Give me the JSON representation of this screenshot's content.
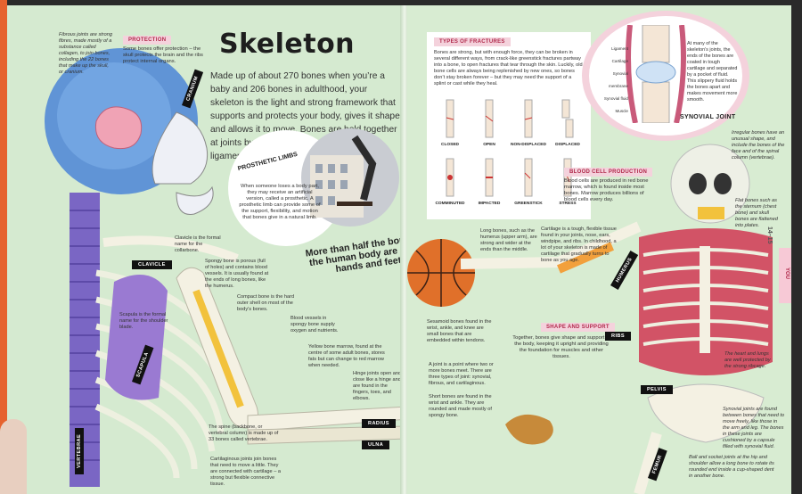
{
  "left_page": {
    "title": "Skeleton",
    "intro": "Made up of about 270 bones when you’re a baby and 206 bones in adulthood, your skeleton is the light and strong framework that supports and protects your body, gives it shape, and allows it to move. Bones are held together at joints by tough connective fibres, stringy ligaments, or cartilage.",
    "fibrous_joints": "Fibrous joints are strong fibres, made mostly of a substance called collagen, to join bones, including the 22 bones that make up the skull, or cranium.",
    "protection_header": "PROTECTION",
    "protection_text": "Some bones offer protection – the skull protects the brain and the ribs protect internal organs.",
    "prosthetic_title": "PROSTHETIC LIMBS",
    "prosthetic_text": "When someone loses a body part, they may receive an artificial version, called a prosthetic. A prosthetic limb can provide some of the support, flexibility, and motion that bones give in a natural limb.",
    "big_callout": "More than half the bones in the human body are in the hands and feet",
    "clavicle_note": "Clavicle is the formal name for the collarbone.",
    "spongy_bone": "Spongy bone is porous (full of holes) and contains blood vessels. It is usually found at the ends of long bones, like the humerus.",
    "compact_bone": "Compact bone is the hard outer shell on most of the body’s bones.",
    "blood_vessels": "Blood vessels in spongy bone supply oxygen and nutrients.",
    "yellow_marrow": "Yellow bone marrow, found at the centre of some adult bones, stores fats but can change to red marrow when needed.",
    "scapula_note": "Scapula is the formal name for the shoulder blade.",
    "hinge_joints": "Hinge joints open and close like a hinge and are found in the fingers, toes, and elbows.",
    "spine_note": "The spine (backbone, or vertebral column) is made up of 33 bones called vertebrae.",
    "cartilaginous": "Cartilaginous joints join bones that need to move a little. They are connected with cartilage – a strong but flexible connective tissue.",
    "labels": {
      "cranium": "CRANIUM",
      "clavicle": "CLAVICLE",
      "scapula": "SCAPULA",
      "vertebrae": "VERTEBRAE",
      "radius": "RADIUS",
      "ulna": "ULNA"
    }
  },
  "right_page": {
    "fractures_header": "TYPES OF FRACTURES",
    "fractures_text": "Bones are strong, but with enough force, they can be broken in several different ways, from crack-like greenstick fractures partway into a bone, to open fractures that tear through the skin. Luckily, old bone cells are always being replenished by new ones, so bones don’t stay broken forever – but they may need the support of a splint or cast while they heal.",
    "fractures": [
      "CLOSED",
      "OPEN",
      "NON-DISPLACED",
      "DISPLACED",
      "COMMINUTED",
      "IMPACTED",
      "GREENSTICK",
      "STRESS"
    ],
    "synovial_title": "SYNOVIAL JOINT",
    "synovial_text": "At many of the skeleton’s joints, the ends of the bones are coated in tough cartilage and separated by a pocket of fluid. This slippery fluid holds the bones apart and makes movement more smooth.",
    "synovial_labels": [
      "Ligament",
      "Cartilage",
      "Synovial membrane",
      "Synovial fluid",
      "Muscle"
    ],
    "irregular_bones": "Irregular bones have an unusual shape, and include the bones of the face and of the spinal column (vertebrae).",
    "flat_bones": "Flat bones such as the sternum (chest bone) and skull bones are flattened into plates.",
    "blood_cell_header": "BLOOD CELL PRODUCTION",
    "blood_cell_text": "Blood cells are produced in red bone marrow, which is found inside most bones. Marrow produces billions of blood cells every day.",
    "long_bones": "Long bones, such as the humerus (upper arm), are strong and wider at the ends than the middle.",
    "cartilage_note": "Cartilage is a tough, flexible tissue found in your joints, nose, ears, windpipe, and ribs. In childhood, a lot of your skeleton is made of cartilage that gradually turns to bone as you age.",
    "sesamoid": "Sesamoid bones found in the wrist, ankle, and knee are small bones that are embedded within tendons.",
    "shape_header": "SHAPE AND SUPPORT",
    "shape_text": "Together, bones give shape and support to the body, keeping it upright and providing the foundation for muscles and other tissues.",
    "joint_note": "A joint is a point where two or more bones meet. There are three types of joint: synovial, fibrous, and cartilaginous.",
    "short_bones": "Short bones are found in the wrist and ankle. They are rounded and made mostly of spongy bone.",
    "heart_lungs": "The heart and lungs are well protected by the strong ribcage.",
    "synovial_joints": "Synovial joints are found between bones that need to move freely, like those in the arm and leg. The bones in these joints are cushioned by a capsule filled with synovial fluid.",
    "ball_socket": "Ball and socket joints at the hip and shoulder allow a long bone to rotate its rounded end inside a cup-shaped dent in another bone.",
    "labels": {
      "humerus": "HUMERUS",
      "ribs": "RIBS",
      "pelvis": "PELVIS",
      "femur": "FEMUR"
    },
    "page_numbers": "14–15",
    "side_tab": "YOU"
  },
  "colors": {
    "page_bg": "#d5ead0",
    "accent_pink": "#b0284a",
    "skull_blue": "#5a8fd6",
    "bone": "#f4f1e3",
    "spine_purple": "#7a66c4",
    "scapula_purple": "#9a7ad2",
    "marrow_yellow": "#f2c23c",
    "ribs_red": "#d2435a",
    "ball_orange": "#e0702a"
  }
}
